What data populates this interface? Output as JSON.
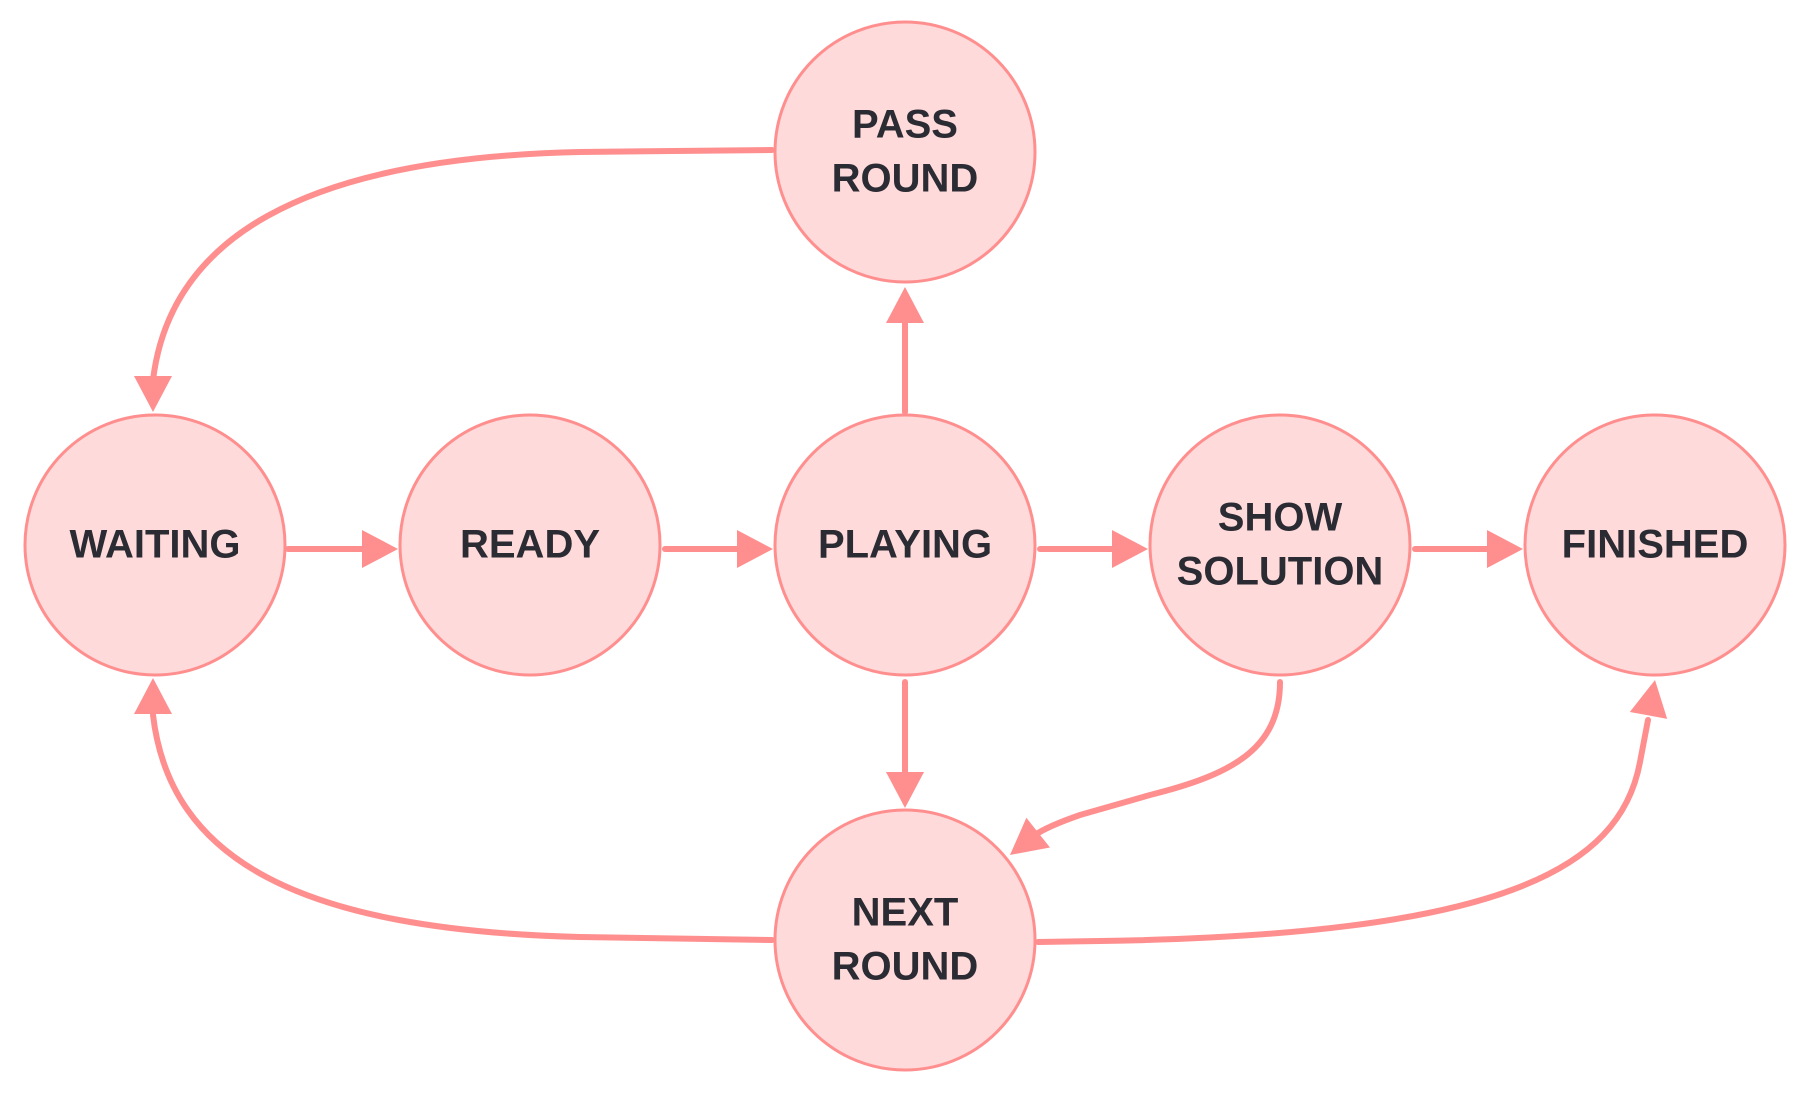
{
  "nodes": [
    {
      "id": "waiting",
      "lines": [
        "WAITING"
      ]
    },
    {
      "id": "ready",
      "lines": [
        "READY"
      ]
    },
    {
      "id": "playing",
      "lines": [
        "PLAYING"
      ]
    },
    {
      "id": "show-solution",
      "lines": [
        "SHOW",
        "SOLUTION"
      ]
    },
    {
      "id": "finished",
      "lines": [
        "FINISHED"
      ]
    },
    {
      "id": "pass-round",
      "lines": [
        "PASS",
        "ROUND"
      ]
    },
    {
      "id": "next-round",
      "lines": [
        "NEXT",
        "ROUND"
      ]
    }
  ],
  "edges": [
    {
      "from": "waiting",
      "to": "ready"
    },
    {
      "from": "ready",
      "to": "playing"
    },
    {
      "from": "playing",
      "to": "show-solution"
    },
    {
      "from": "show-solution",
      "to": "finished"
    },
    {
      "from": "playing",
      "to": "pass-round"
    },
    {
      "from": "playing",
      "to": "next-round"
    },
    {
      "from": "pass-round",
      "to": "waiting"
    },
    {
      "from": "next-round",
      "to": "waiting"
    },
    {
      "from": "next-round",
      "to": "finished"
    },
    {
      "from": "show-solution",
      "to": "next-round"
    }
  ],
  "colors": {
    "node_fill": "#ffdadb",
    "node_stroke": "#ff8f8f",
    "edge": "#ff8f8f",
    "text": "#2b2b33"
  }
}
